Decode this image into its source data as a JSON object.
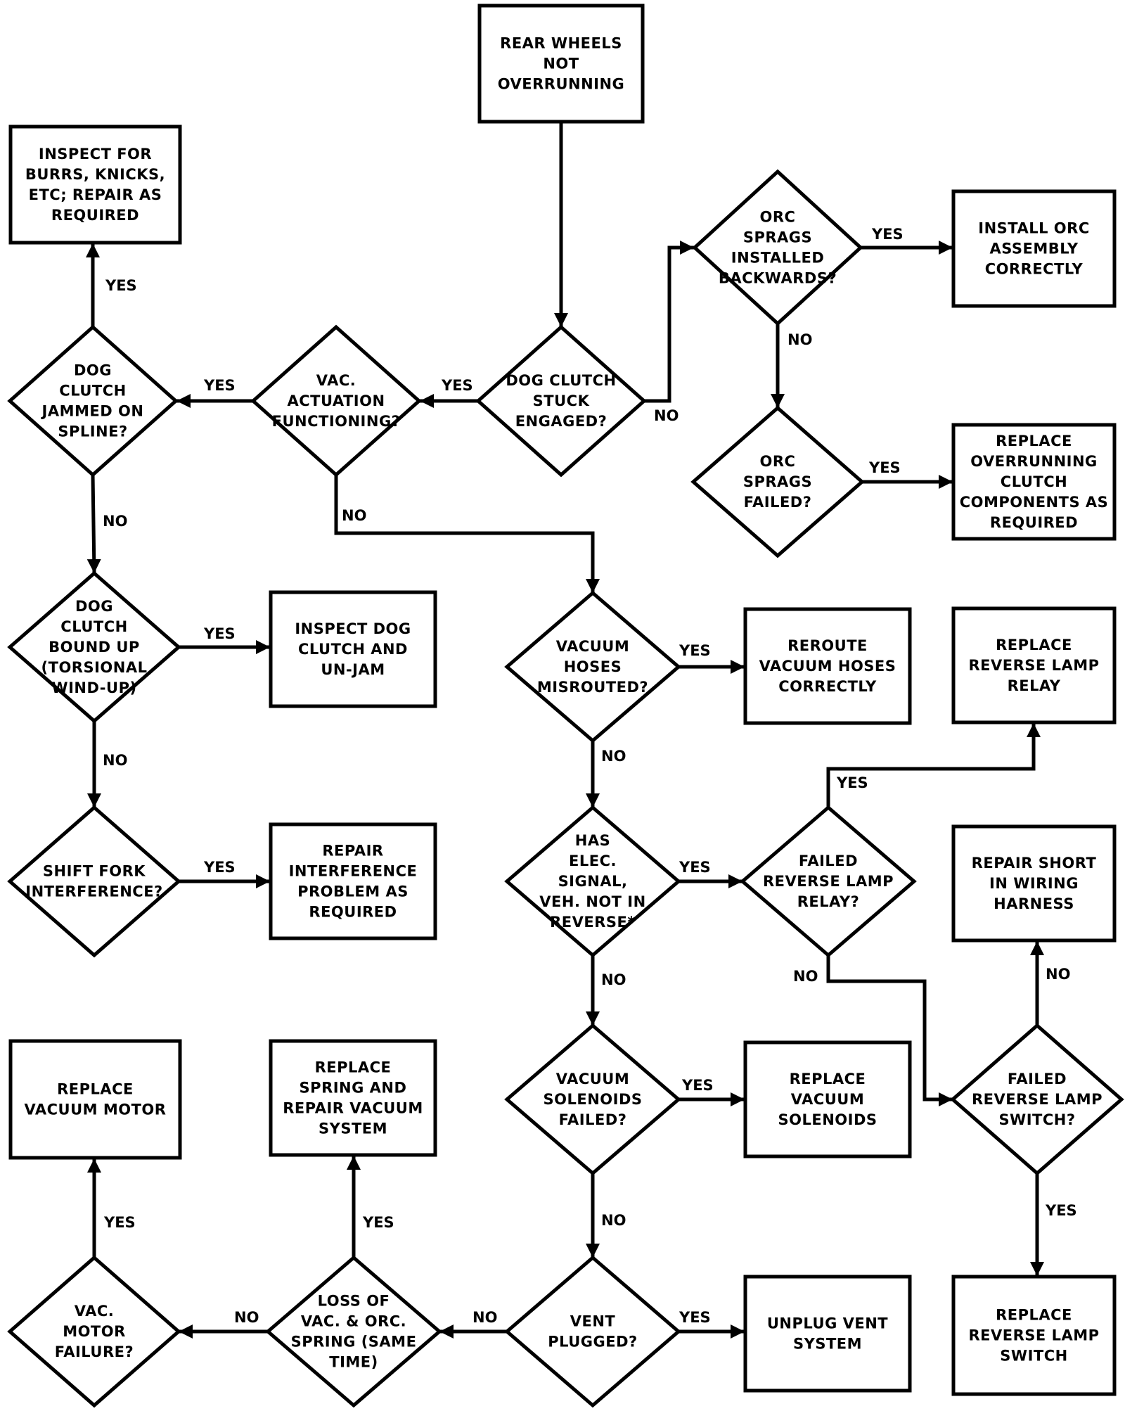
{
  "nodes": {
    "start": [
      "REAR WHEELS",
      "NOT",
      "OVERRUNNING"
    ],
    "dog_stuck": [
      "DOG CLUTCH",
      "STUCK",
      "ENGAGED?"
    ],
    "vac_act": [
      "VAC.",
      "ACTUATION",
      "FUNCTIONING?"
    ],
    "dog_jammed": [
      "DOG",
      "CLUTCH",
      "JAMMED ON",
      "SPLINE?"
    ],
    "inspect_burrs": [
      "INSPECT FOR",
      "BURRS, KNICKS,",
      "ETC; REPAIR AS",
      "REQUIRED"
    ],
    "orc_back": [
      "ORC",
      "SPRAGS",
      "INSTALLED",
      "BACKWARDS?"
    ],
    "install_orc": [
      "INSTALL ORC",
      "ASSEMBLY",
      "CORRECTLY"
    ],
    "orc_failed": [
      "ORC",
      "SPRAGS",
      "FAILED?"
    ],
    "replace_orc": [
      "REPLACE",
      "OVERRUNNING",
      "CLUTCH",
      "COMPONENTS AS",
      "REQUIRED"
    ],
    "dog_bound": [
      "DOG",
      "CLUTCH",
      "BOUND UP",
      "(TORSIONAL",
      "WIND-UP)"
    ],
    "inspect_dog": [
      "INSPECT DOG",
      "CLUTCH AND",
      "UN-JAM"
    ],
    "shift_fork": [
      "SHIFT FORK",
      "INTERFERENCE?"
    ],
    "repair_interf": [
      "REPAIR",
      "INTERFERENCE",
      "PROBLEM AS",
      "REQUIRED"
    ],
    "vac_hoses": [
      "VACUUM",
      "HOSES",
      "MISROUTED?"
    ],
    "reroute": [
      "REROUTE",
      "VACUUM HOSES",
      "CORRECTLY"
    ],
    "replace_relay": [
      "REPLACE",
      "REVERSE LAMP",
      "RELAY"
    ],
    "has_elec": [
      "HAS",
      "ELEC.",
      "SIGNAL,",
      "VEH. NOT IN",
      "REVERSE*"
    ],
    "failed_relay": [
      "FAILED",
      "REVERSE LAMP",
      "RELAY?"
    ],
    "repair_short": [
      "REPAIR SHORT",
      "IN WIRING",
      "HARNESS"
    ],
    "vac_sol": [
      "VACUUM",
      "SOLENOIDS",
      "FAILED?"
    ],
    "replace_sol": [
      "REPLACE",
      "VACUUM",
      "SOLENOIDS"
    ],
    "failed_switch": [
      "FAILED",
      "REVERSE LAMP",
      "SWITCH?"
    ],
    "replace_motor": [
      "REPLACE",
      "VACUUM MOTOR"
    ],
    "replace_spring": [
      "REPLACE",
      "SPRING AND",
      "REPAIR VACUUM",
      "SYSTEM"
    ],
    "vent": [
      "VENT",
      "PLUGGED?"
    ],
    "unplug": [
      "UNPLUG VENT",
      "SYSTEM"
    ],
    "replace_switch": [
      "REPLACE",
      "REVERSE LAMP",
      "SWITCH"
    ],
    "vac_motor": [
      "VAC.",
      "MOTOR",
      "FAILURE?"
    ],
    "loss": [
      "LOSS OF",
      "VAC. & ORC.",
      "SPRING (SAME",
      "TIME)"
    ]
  },
  "labels": {
    "yes": "YES",
    "no": "NO"
  }
}
